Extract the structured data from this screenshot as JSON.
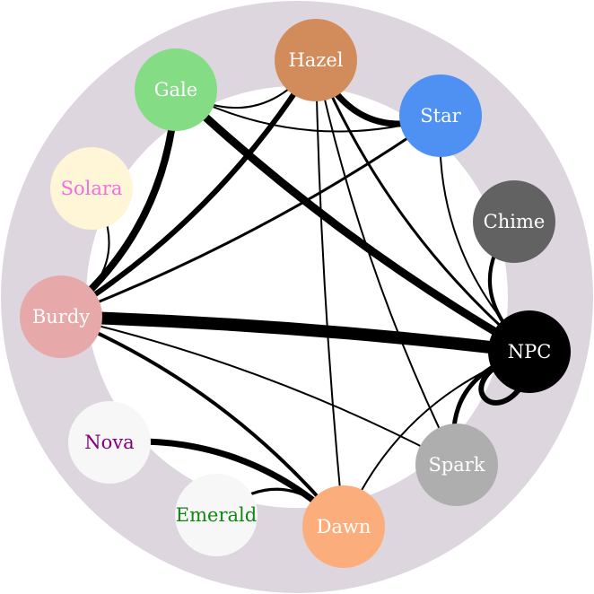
{
  "colors": {
    "ring": "#ddd6de",
    "edge": "#000000"
  },
  "nodes": [
    {
      "id": "hazel",
      "label": "Hazel",
      "fill": "#d28c5c",
      "text": "#ffffff"
    },
    {
      "id": "star",
      "label": "Star",
      "fill": "#4f91f3",
      "text": "#ffffff"
    },
    {
      "id": "chime",
      "label": "Chime",
      "fill": "#626262",
      "text": "#ffffff"
    },
    {
      "id": "npc",
      "label": "NPC",
      "fill": "#000000",
      "text": "#ffffff"
    },
    {
      "id": "spark",
      "label": "Spark",
      "fill": "#aeaeae",
      "text": "#ffffff"
    },
    {
      "id": "dawn",
      "label": "Dawn",
      "fill": "#fbae7c",
      "text": "#ffffff"
    },
    {
      "id": "emerald",
      "label": "Emerald",
      "fill": "#f7f7f7",
      "text": "#118611"
    },
    {
      "id": "nova",
      "label": "Nova",
      "fill": "#f7f7f7",
      "text": "#800080"
    },
    {
      "id": "burdy",
      "label": "Burdy",
      "fill": "#e6a8a8",
      "text": "#ffffff"
    },
    {
      "id": "solara",
      "label": "Solara",
      "fill": "#fef6d6",
      "text": "#f46ddd"
    },
    {
      "id": "gale",
      "label": "Gale",
      "fill": "#84dc84",
      "text": "#ffffff"
    }
  ],
  "links": [
    {
      "source": "burdy",
      "target": "npc",
      "weight": 14
    },
    {
      "source": "gale",
      "target": "npc",
      "weight": 9
    },
    {
      "source": "gale",
      "target": "burdy",
      "weight": 8
    },
    {
      "source": "hazel",
      "target": "burdy",
      "weight": 6
    },
    {
      "source": "hazel",
      "target": "star",
      "weight": 7
    },
    {
      "source": "star",
      "target": "burdy",
      "weight": 3
    },
    {
      "source": "gale",
      "target": "star",
      "weight": 2
    },
    {
      "source": "gale",
      "target": "hazel",
      "weight": 2
    },
    {
      "source": "hazel",
      "target": "npc",
      "weight": 3
    },
    {
      "source": "hazel",
      "target": "dawn",
      "weight": 2
    },
    {
      "source": "hazel",
      "target": "spark",
      "weight": 2
    },
    {
      "source": "star",
      "target": "npc",
      "weight": 2
    },
    {
      "source": "chime",
      "target": "npc",
      "weight": 4
    },
    {
      "source": "npc",
      "target": "npc",
      "weight": 6
    },
    {
      "source": "npc",
      "target": "spark",
      "weight": 5
    },
    {
      "source": "npc",
      "target": "dawn",
      "weight": 2
    },
    {
      "source": "burdy",
      "target": "dawn",
      "weight": 4
    },
    {
      "source": "burdy",
      "target": "spark",
      "weight": 2
    },
    {
      "source": "nova",
      "target": "dawn",
      "weight": 7
    },
    {
      "source": "emerald",
      "target": "dawn",
      "weight": 3
    },
    {
      "source": "solara",
      "target": "burdy",
      "weight": 2
    }
  ]
}
